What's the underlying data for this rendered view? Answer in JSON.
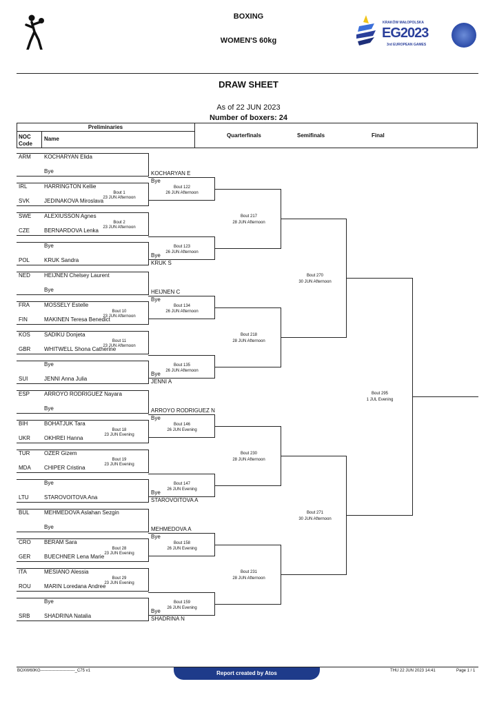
{
  "header": {
    "sport": "BOXING",
    "event": "WOMEN'S 60kg",
    "logo_small_top": "KRAKÓW MAŁOPOLSKA",
    "logo_big": "EG2023",
    "logo_small_bottom": "3rd EUROPEAN GAMES"
  },
  "title": "DRAW SHEET",
  "as_of": "As of 22 JUN 2023",
  "num_boxers": "Number of boxers: 24",
  "columns": {
    "preliminaries": "Preliminaries",
    "noc_code": "NOC\nCode",
    "name": "Name",
    "quarterfinals": "Quarterfinals",
    "semifinals": "Semifinals",
    "final": "Final"
  },
  "prelim": [
    {
      "noc": "ARM",
      "name": "KOCHARYAN Elida"
    },
    {
      "noc": "",
      "name": "Bye"
    },
    {
      "noc": "IRL",
      "name": "HARRINGTON Kellie"
    },
    {
      "noc": "SVK",
      "name": "JEDINAKOVA Miroslava"
    },
    {
      "noc": "SWE",
      "name": "ALEXIUSSON Agnes"
    },
    {
      "noc": "CZE",
      "name": "BERNARDOVA Lenka"
    },
    {
      "noc": "",
      "name": "Bye"
    },
    {
      "noc": "POL",
      "name": "KRUK Sandra"
    },
    {
      "noc": "NED",
      "name": "HEIJNEN Chelsey Laurent"
    },
    {
      "noc": "",
      "name": "Bye"
    },
    {
      "noc": "FRA",
      "name": "MOSSELY Estelle"
    },
    {
      "noc": "FIN",
      "name": "MAKINEN Teresa Benedict"
    },
    {
      "noc": "KOS",
      "name": "SADIKU Donjeta"
    },
    {
      "noc": "GBR",
      "name": "WHITWELL Shona Catherine"
    },
    {
      "noc": "",
      "name": "Bye"
    },
    {
      "noc": "SUI",
      "name": "JENNI Anna Julia"
    },
    {
      "noc": "ESP",
      "name": "ARROYO RODRIGUEZ Nayara"
    },
    {
      "noc": "",
      "name": "Bye"
    },
    {
      "noc": "BIH",
      "name": "BOHATJUK Tara"
    },
    {
      "noc": "UKR",
      "name": "OKHREI Hanna"
    },
    {
      "noc": "TUR",
      "name": "OZER Gizem"
    },
    {
      "noc": "MDA",
      "name": "CHIPER Cristina"
    },
    {
      "noc": "",
      "name": "Bye"
    },
    {
      "noc": "LTU",
      "name": "STAROVOITOVA Ana"
    },
    {
      "noc": "BUL",
      "name": "MEHMEDOVA Aslahan Sezgin"
    },
    {
      "noc": "",
      "name": "Bye"
    },
    {
      "noc": "CRO",
      "name": "BERAM Sara"
    },
    {
      "noc": "GER",
      "name": "BUECHNER Lena Marie"
    },
    {
      "noc": "ITA",
      "name": "MESIANO Alessia"
    },
    {
      "noc": "ROU",
      "name": "MARIN Loredana Andree"
    },
    {
      "noc": "",
      "name": "Bye"
    },
    {
      "noc": "SRB",
      "name": "SHADRINA Natalia"
    }
  ],
  "prelim_bouts": [
    {
      "bout": "Bout  1",
      "when": "23 JUN Afternoon"
    },
    {
      "bout": "Bout  2",
      "when": "23 JUN Afternoon"
    },
    {
      "bout": "Bout  10",
      "when": "23 JUN Afternoon"
    },
    {
      "bout": "Bout  11",
      "when": "23 JUN Afternoon"
    },
    {
      "bout": "Bout  18",
      "when": "23 JUN Evening"
    },
    {
      "bout": "Bout  19",
      "when": "23 JUN Evening"
    },
    {
      "bout": "Bout  28",
      "when": "23 JUN Evening"
    },
    {
      "bout": "Bout  29",
      "when": "23 JUN Evening"
    }
  ],
  "r16": [
    {
      "top": "KOCHARYAN E",
      "top_sub": "Bye",
      "bottom": "",
      "bottom_sub": "",
      "bout": "Bout  122",
      "when": "26 JUN Afternoon"
    },
    {
      "top": "",
      "top_sub": "",
      "bottom": "KRUK S",
      "bottom_sub": "Bye",
      "bout": "Bout  123",
      "when": "26 JUN Afternoon"
    },
    {
      "top": "HEIJNEN C",
      "top_sub": "Bye",
      "bottom": "",
      "bottom_sub": "",
      "bout": "Bout  134",
      "when": "26 JUN Afternoon"
    },
    {
      "top": "",
      "top_sub": "",
      "bottom": "JENNI A",
      "bottom_sub": "Bye",
      "bout": "Bout  135",
      "when": "26 JUN Afternoon"
    },
    {
      "top": "ARROYO RODRIGUEZ N",
      "top_sub": "Bye",
      "bottom": "",
      "bottom_sub": "",
      "bout": "Bout  146",
      "when": "26 JUN Evening"
    },
    {
      "top": "",
      "top_sub": "",
      "bottom": "STAROVOITOVA A",
      "bottom_sub": "Bye",
      "bout": "Bout  147",
      "when": "26 JUN Evening"
    },
    {
      "top": "MEHMEDOVA A",
      "top_sub": "Bye",
      "bottom": "",
      "bottom_sub": "",
      "bout": "Bout  158",
      "when": "26 JUN Evening"
    },
    {
      "top": "",
      "top_sub": "",
      "bottom": "SHADRINA N",
      "bottom_sub": "Bye",
      "bout": "Bout  159",
      "when": "26 JUN Evening"
    }
  ],
  "qf": [
    {
      "bout": "Bout  217",
      "when": "28 JUN Afternoon"
    },
    {
      "bout": "Bout  218",
      "when": "28 JUN Afternoon"
    },
    {
      "bout": "Bout  230",
      "when": "28 JUN Afternoon"
    },
    {
      "bout": "Bout  231",
      "when": "28 JUN Afternoon"
    }
  ],
  "sf": [
    {
      "bout": "Bout  270",
      "when": "30 JUN Afternoon"
    },
    {
      "bout": "Bout  271",
      "when": "30 JUN Afternoon"
    }
  ],
  "final": {
    "bout": "Bout  295",
    "when": "1 JUL Evening"
  },
  "footer": {
    "code": "BOXW60KG-------------------------_C75 v1",
    "report": "Report created by Atos",
    "date": "THU 22 JUN 2023 14:41",
    "page": "Page 1 / 1"
  }
}
